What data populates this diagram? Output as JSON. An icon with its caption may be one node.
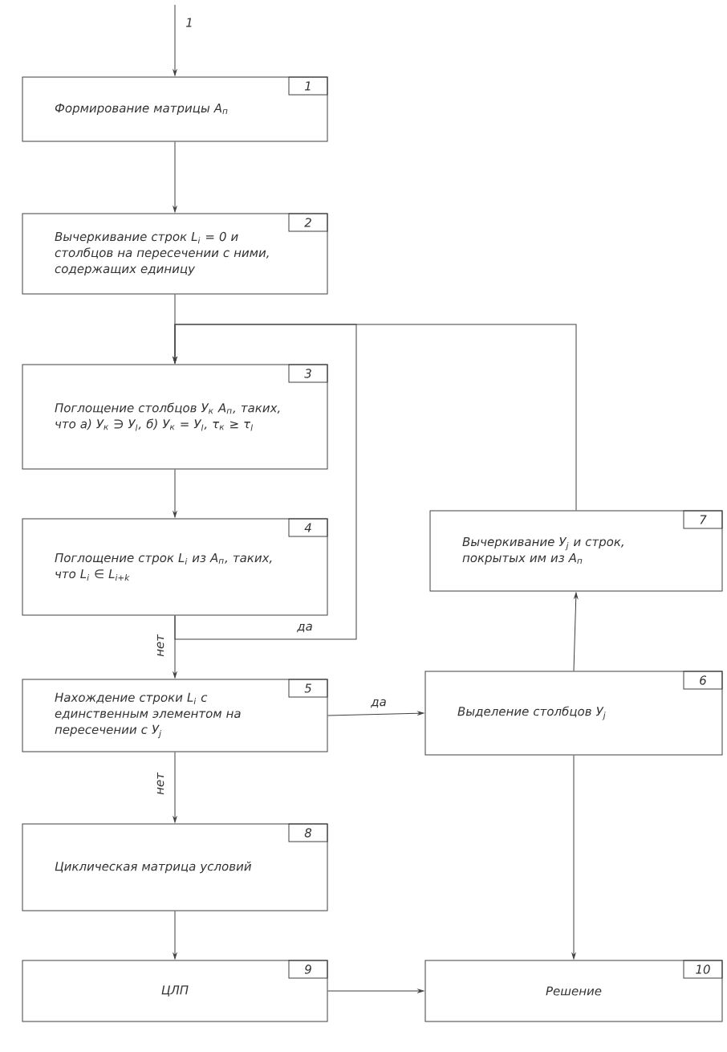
{
  "diagram": {
    "nodes": [
      {
        "text": [
          "Формирование матрицы A$_{п}$",
          "1"
        ]
      },
      {
        "text": [
          "Вычеркивание строк L$_{i}$ = 0 и столбцов на пересечении с ними, содержащих единицу",
          "2"
        ]
      },
      {
        "text": [
          "Поглощение столбцов У$_{к}$ A$_{п}$, таких, что а) У$_{к}$ ∋ У$_{l}$, б) У$_{к}$ = У$_{l}$, τ$_{к}$ ≥ τ$_{l}$",
          "3"
        ]
      },
      {
        "text": [
          "Поглощение строк L$_{i}$ из A$_{п}$, таких, что L$_{i}$ ∈ L$_{i+k}$",
          "4"
        ]
      },
      {
        "text": [
          "Нахождение строки L$_{i}$ с единственным элементом на пересечении с У$_{j}$",
          "5"
        ]
      },
      {
        "text": [
          "Циклическая матрица условий",
          "8"
        ]
      },
      {
        "text": [
          "ЦЛП",
          "9"
        ]
      },
      {
        "text": [
          "Вычеркивание У$_{j}$ и строк, покрытых им из A$_{п}$",
          "7"
        ]
      },
      {
        "text": [
          "Выделение столбцов У$_{j}$",
          "6"
        ]
      },
      {
        "text": [
          "Решение",
          "10"
        ]
      }
    ],
    "edges": [
      {
        "from": null,
        "to": 0,
        "arrow": "to",
        "label": "1"
      },
      {
        "from": 0,
        "to": 1,
        "arrow": "to"
      },
      {
        "from": 1,
        "to": 2,
        "arrow": "to"
      },
      {
        "from": 2,
        "to": 3,
        "arrow": "to"
      },
      {
        "from": 3,
        "to": 4,
        "arrow": "to",
        "label": "нет"
      },
      {
        "from": 3,
        "to": 2,
        "arrow": "to",
        "label": "да"
      },
      {
        "from": 4,
        "to": 8,
        "arrow": "to",
        "label": "да"
      },
      {
        "from": 4,
        "to": 5,
        "arrow": "to",
        "label": "нет"
      },
      {
        "from": 8,
        "to": 7,
        "arrow": "to"
      },
      {
        "from": 7,
        "to": 2,
        "arrow": "to"
      },
      {
        "from": 5,
        "to": 6,
        "arrow": "to"
      },
      {
        "from": 6,
        "to": 9,
        "arrow": "to"
      },
      {
        "from": 8,
        "to": 9,
        "arrow": "to"
      }
    ]
  }
}
